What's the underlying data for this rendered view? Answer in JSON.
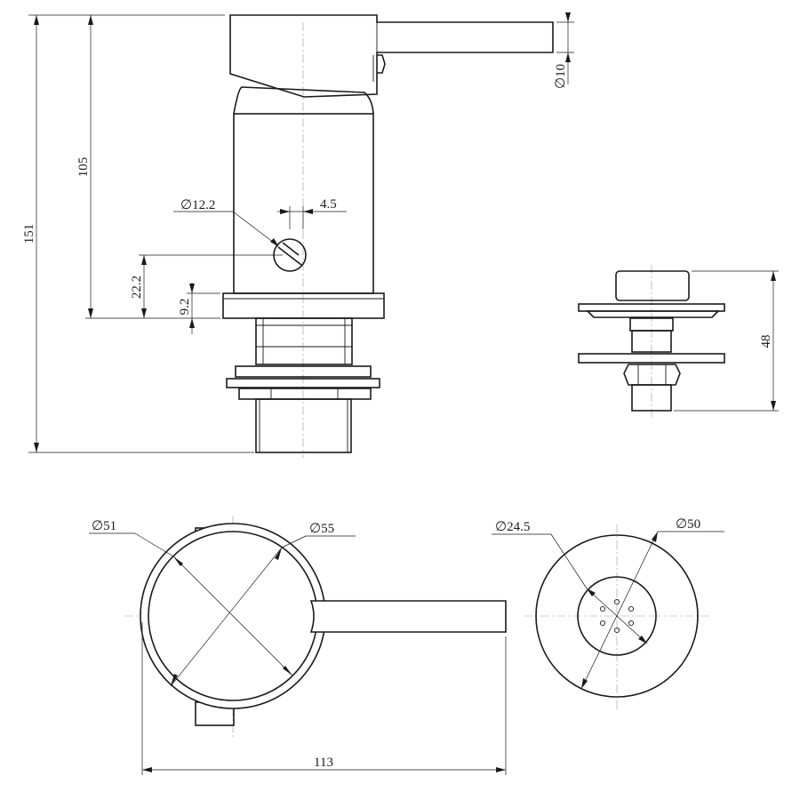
{
  "dimensions": {
    "handle_dia": "10",
    "outlet_dia": "12.2",
    "outlet_offset": "4.5",
    "overall_height": "151",
    "body_height": "105",
    "outlet_height": "22.2",
    "flange_height": "9.2",
    "bolt_height": "48",
    "body_dia": "51",
    "cover_dia": "55",
    "inner_dia": "24.5",
    "base_dia": "50",
    "overall_width": "113"
  }
}
